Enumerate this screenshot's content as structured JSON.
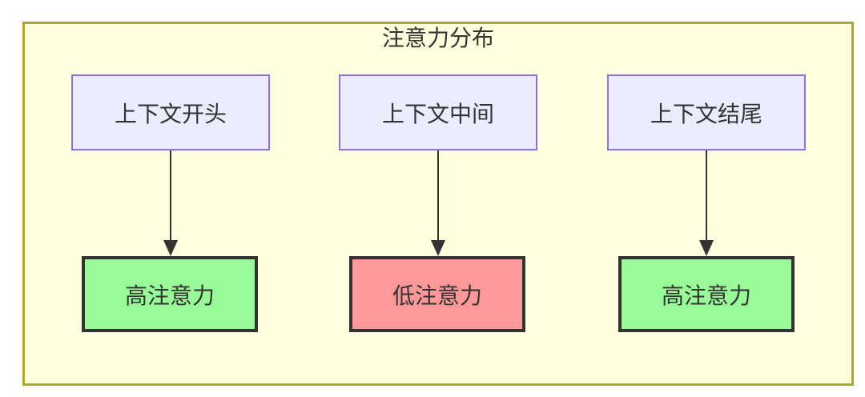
{
  "diagram": {
    "title": "注意力分布",
    "columns": [
      {
        "source": "上下文开头",
        "result": "高注意力",
        "attention": "high"
      },
      {
        "source": "上下文中间",
        "result": "低注意力",
        "attention": "low"
      },
      {
        "source": "上下文结尾",
        "result": "高注意力",
        "attention": "high"
      }
    ],
    "colors": {
      "container_background": "#FFFFDE",
      "container_border": "#AAAA33",
      "source_node_background": "#ECECFF",
      "source_node_border": "#9370DB",
      "high_attention_background": "#98FB98",
      "low_attention_background": "#FF9999",
      "result_node_border": "#333333",
      "arrow_color": "#333333",
      "text_color": "#333333"
    }
  }
}
